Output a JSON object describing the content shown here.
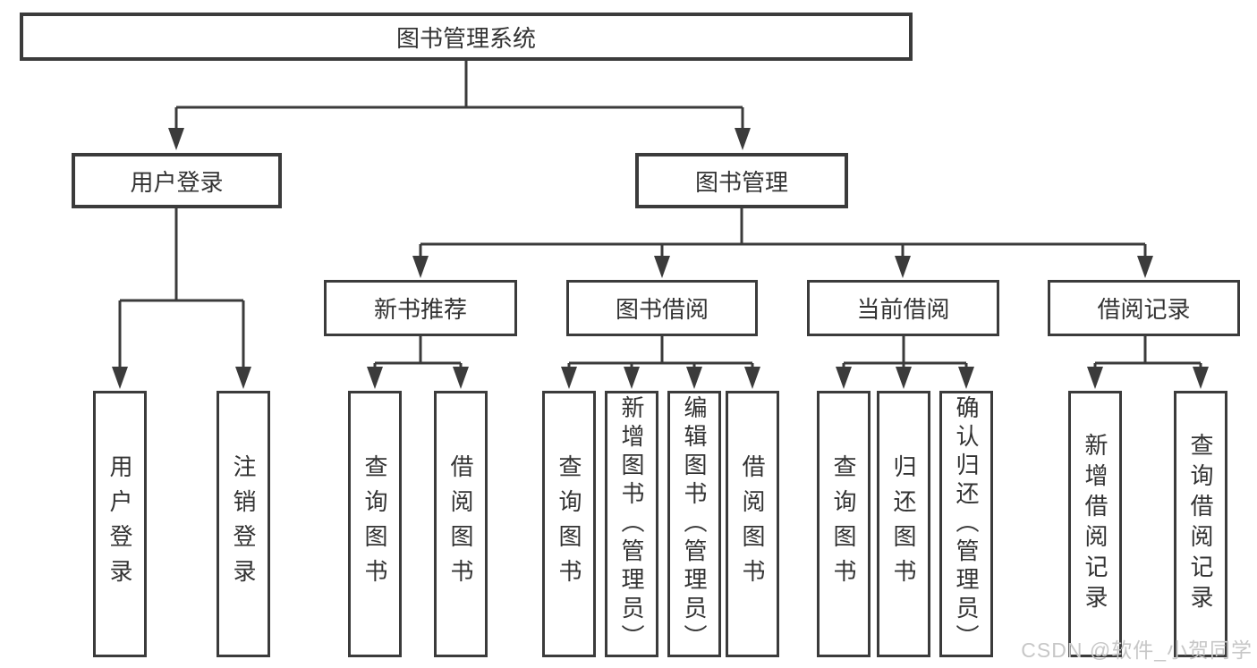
{
  "title": "图书管理系统",
  "tree": {
    "root": "图书管理系统",
    "level2": [
      {
        "label": "用户登录",
        "children": [
          "用户登录",
          "注销登录"
        ]
      },
      {
        "label": "图书管理"
      }
    ],
    "level3": [
      {
        "label": "新书推荐",
        "children": [
          "查询图书",
          "借阅图书"
        ]
      },
      {
        "label": "图书借阅",
        "children": [
          "查询图书",
          "新增图书（管理员）",
          "编辑图书（管理员）",
          "借阅图书"
        ]
      },
      {
        "label": "当前借阅",
        "children": [
          "查询图书",
          "归还图书",
          "确认归还（管理员）"
        ]
      },
      {
        "label": "借阅记录",
        "children": [
          "新增借阅记录",
          "查询借阅记录"
        ]
      }
    ]
  },
  "watermark": "CSDN @软件_小贺同学",
  "colors": {
    "line": "#3b3b3b",
    "text": "#333333",
    "box_background": "#ffffff",
    "watermark": "#c7c7c7",
    "page_background": "#ffffff"
  }
}
